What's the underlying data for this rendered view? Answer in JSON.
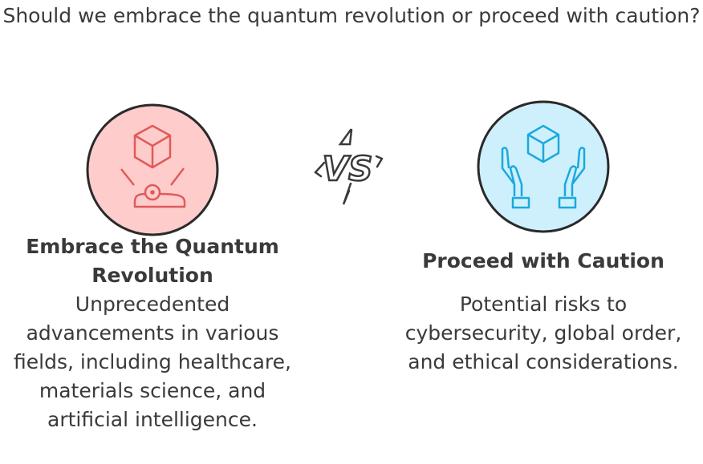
{
  "title": "Should we embrace the quantum revolution or proceed with caution?",
  "vs_label": "VS",
  "left": {
    "heading": "Embrace the Quantum Revolution",
    "body": "Unprecedented advancements in various fields, including healthcare, materials science, and artificial intelligence.",
    "fill": "#ffcccc",
    "stroke": "#e05a5a",
    "icon": "cube-hologram-icon"
  },
  "right": {
    "heading": "Proceed with Caution",
    "body": "Potential risks to cybersecurity, global order, and ethical considerations.",
    "fill": "#cdf0fc",
    "stroke": "#1aa9de",
    "icon": "hands-holding-cube-icon"
  }
}
